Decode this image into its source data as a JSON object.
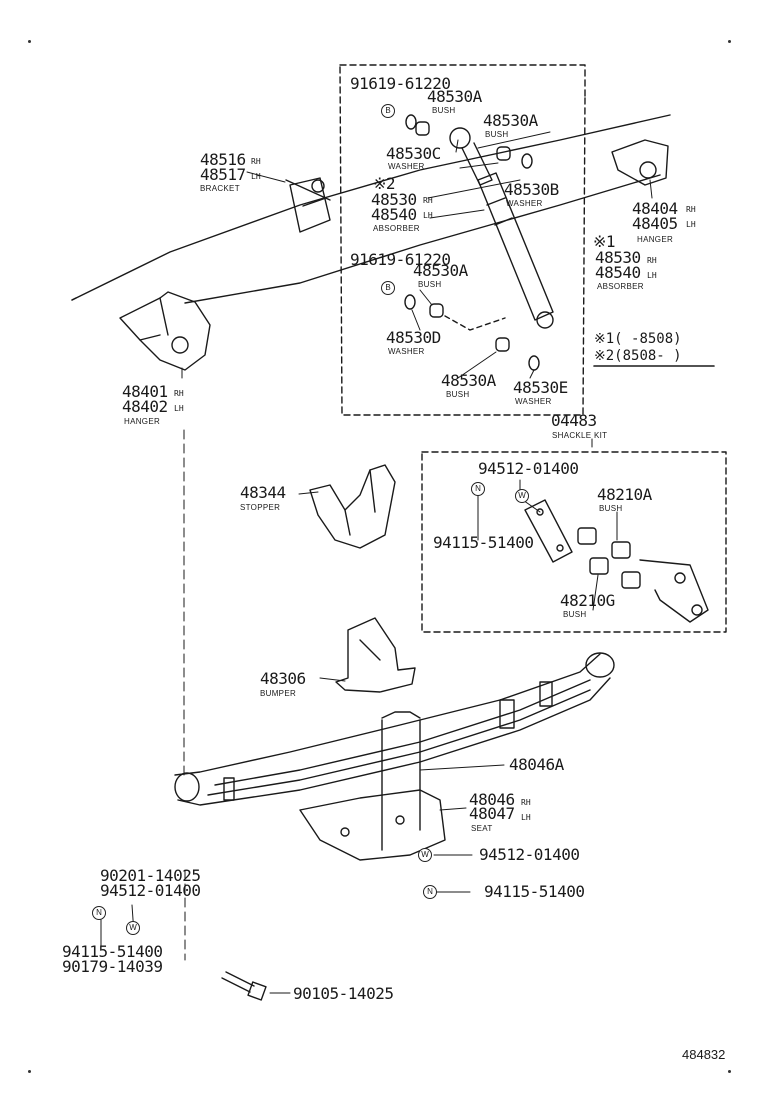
{
  "parts": {
    "p91619_top": "91619-61220",
    "p48530A_1": "48530A",
    "p48530A_1_desc": "BUSH",
    "p48530A_2": "48530A",
    "p48530A_2_desc": "BUSH",
    "p48516": "48516",
    "p48516_side": "RH",
    "p48517": "48517",
    "p48517_side": "LH",
    "p48516_desc": "BRACKET",
    "p48530C": "48530C",
    "p48530C_desc": "WASHER",
    "mark2_top": "※2",
    "p48530_top": "48530",
    "p48530_top_side": "RH",
    "p48540_top": "48540",
    "p48540_top_side": "LH",
    "absorber_top": "ABSORBER",
    "p48530B": "48530B",
    "p48530B_desc": "WASHER",
    "p48404": "48404",
    "p48404_side": "RH",
    "p48405": "48405",
    "p48405_side": "LH",
    "hanger_right": "HANGER",
    "mark1_right": "※1",
    "p48530_right": "48530",
    "p48530_right_side": "RH",
    "p48540_right": "48540",
    "p48540_right_side": "LH",
    "absorber_right": "ABSORBER",
    "p91619_mid": "91619-61220",
    "p48530A_3": "48530A",
    "p48530A_3_desc": "BUSH",
    "p48530D": "48530D",
    "p48530D_desc": "WASHER",
    "p48530A_4": "48530A",
    "p48530A_4_desc": "BUSH",
    "p48530E": "48530E",
    "p48530E_desc": "WASHER",
    "legend1": "※1(    -8508)",
    "legend2": "※2(8508-     )",
    "p48401": "48401",
    "p48401_side": "RH",
    "p48402": "48402",
    "p48402_side": "LH",
    "hanger_left": "HANGER",
    "p04483": "04483",
    "p04483_desc": "SHACKLE KIT",
    "p94512_kit": "94512-01400",
    "p94115_kit": "94115-51400",
    "p48210A": "48210A",
    "p48210A_desc": "BUSH",
    "p48210G": "48210G",
    "p48210G_desc": "BUSH",
    "p48344": "48344",
    "p48344_desc": "STOPPER",
    "p48306": "48306",
    "p48306_desc": "BUMPER",
    "p48046A": "48046A",
    "p48046": "48046",
    "p48046_side": "RH",
    "p48047": "48047",
    "p48047_side": "LH",
    "seat": "SEAT",
    "p94512_seat": "94512-01400",
    "p94115_seat": "94115-51400",
    "p90201": "90201-14025",
    "p94512_left": "94512-01400",
    "p94115_left": "94115-51400",
    "p90179": "90179-14039",
    "p90105": "90105-14025",
    "ref_number": "484832",
    "mark_B": "B",
    "mark_W": "W",
    "mark_N": "N"
  }
}
